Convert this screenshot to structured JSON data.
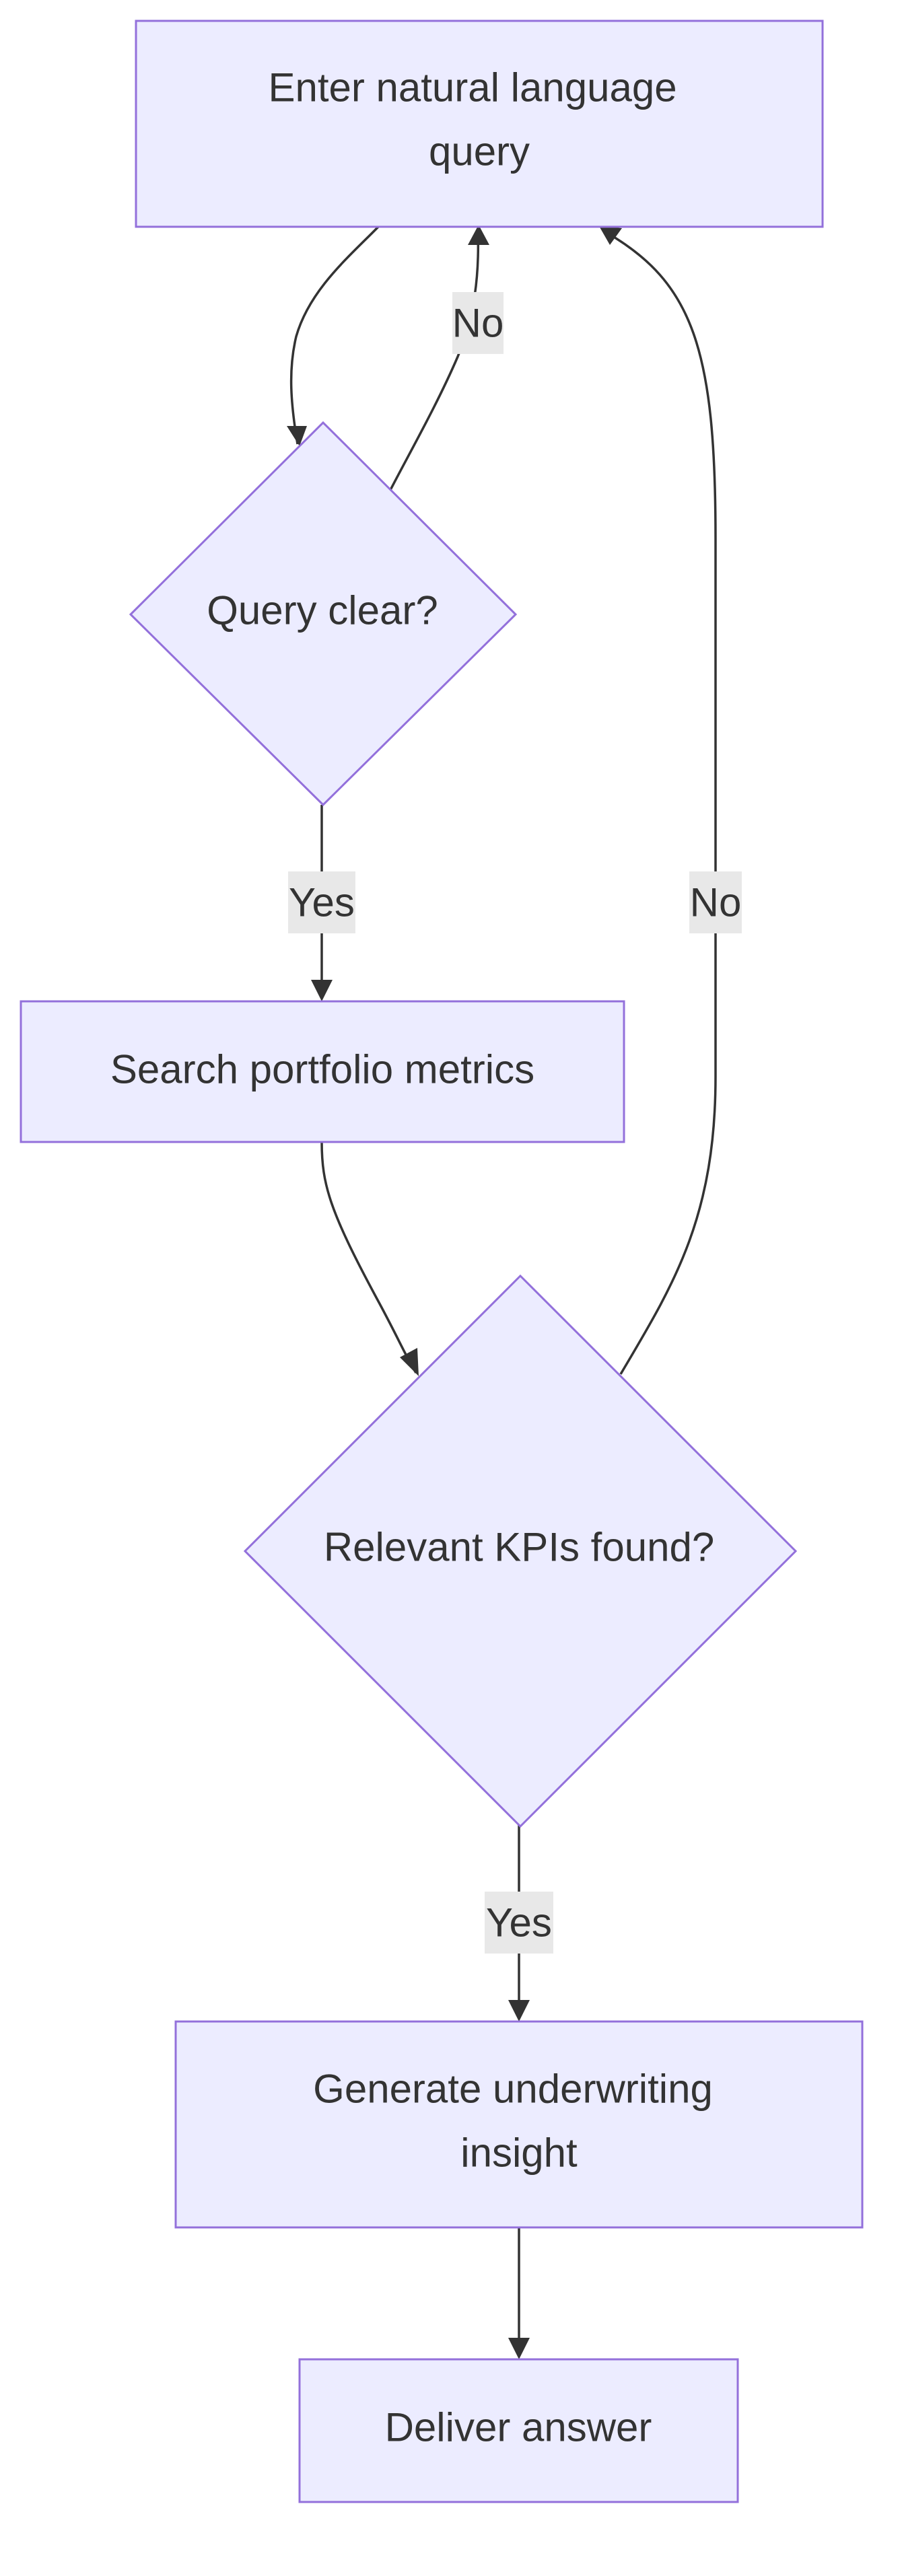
{
  "diagram": {
    "nodes": {
      "enter_query": {
        "lines": [
          "Enter natural language",
          "query"
        ]
      },
      "query_clear": {
        "lines": [
          "Query clear?"
        ]
      },
      "search_metrics": {
        "lines": [
          "Search portfolio metrics"
        ]
      },
      "kpis_found": {
        "lines": [
          "Relevant KPIs found?"
        ]
      },
      "generate_insight": {
        "lines": [
          "Generate underwriting",
          "insight"
        ]
      },
      "deliver_answer": {
        "lines": [
          "Deliver answer"
        ]
      }
    },
    "edges": {
      "query_clear_no": "No",
      "query_clear_yes": "Yes",
      "kpis_found_no": "No",
      "kpis_found_yes": "Yes"
    },
    "colors": {
      "node_fill": "#ECECFF",
      "node_stroke": "#9370DB",
      "edge": "#333333",
      "edge_label_bg": "#E8E8E8",
      "text": "#333333"
    }
  }
}
